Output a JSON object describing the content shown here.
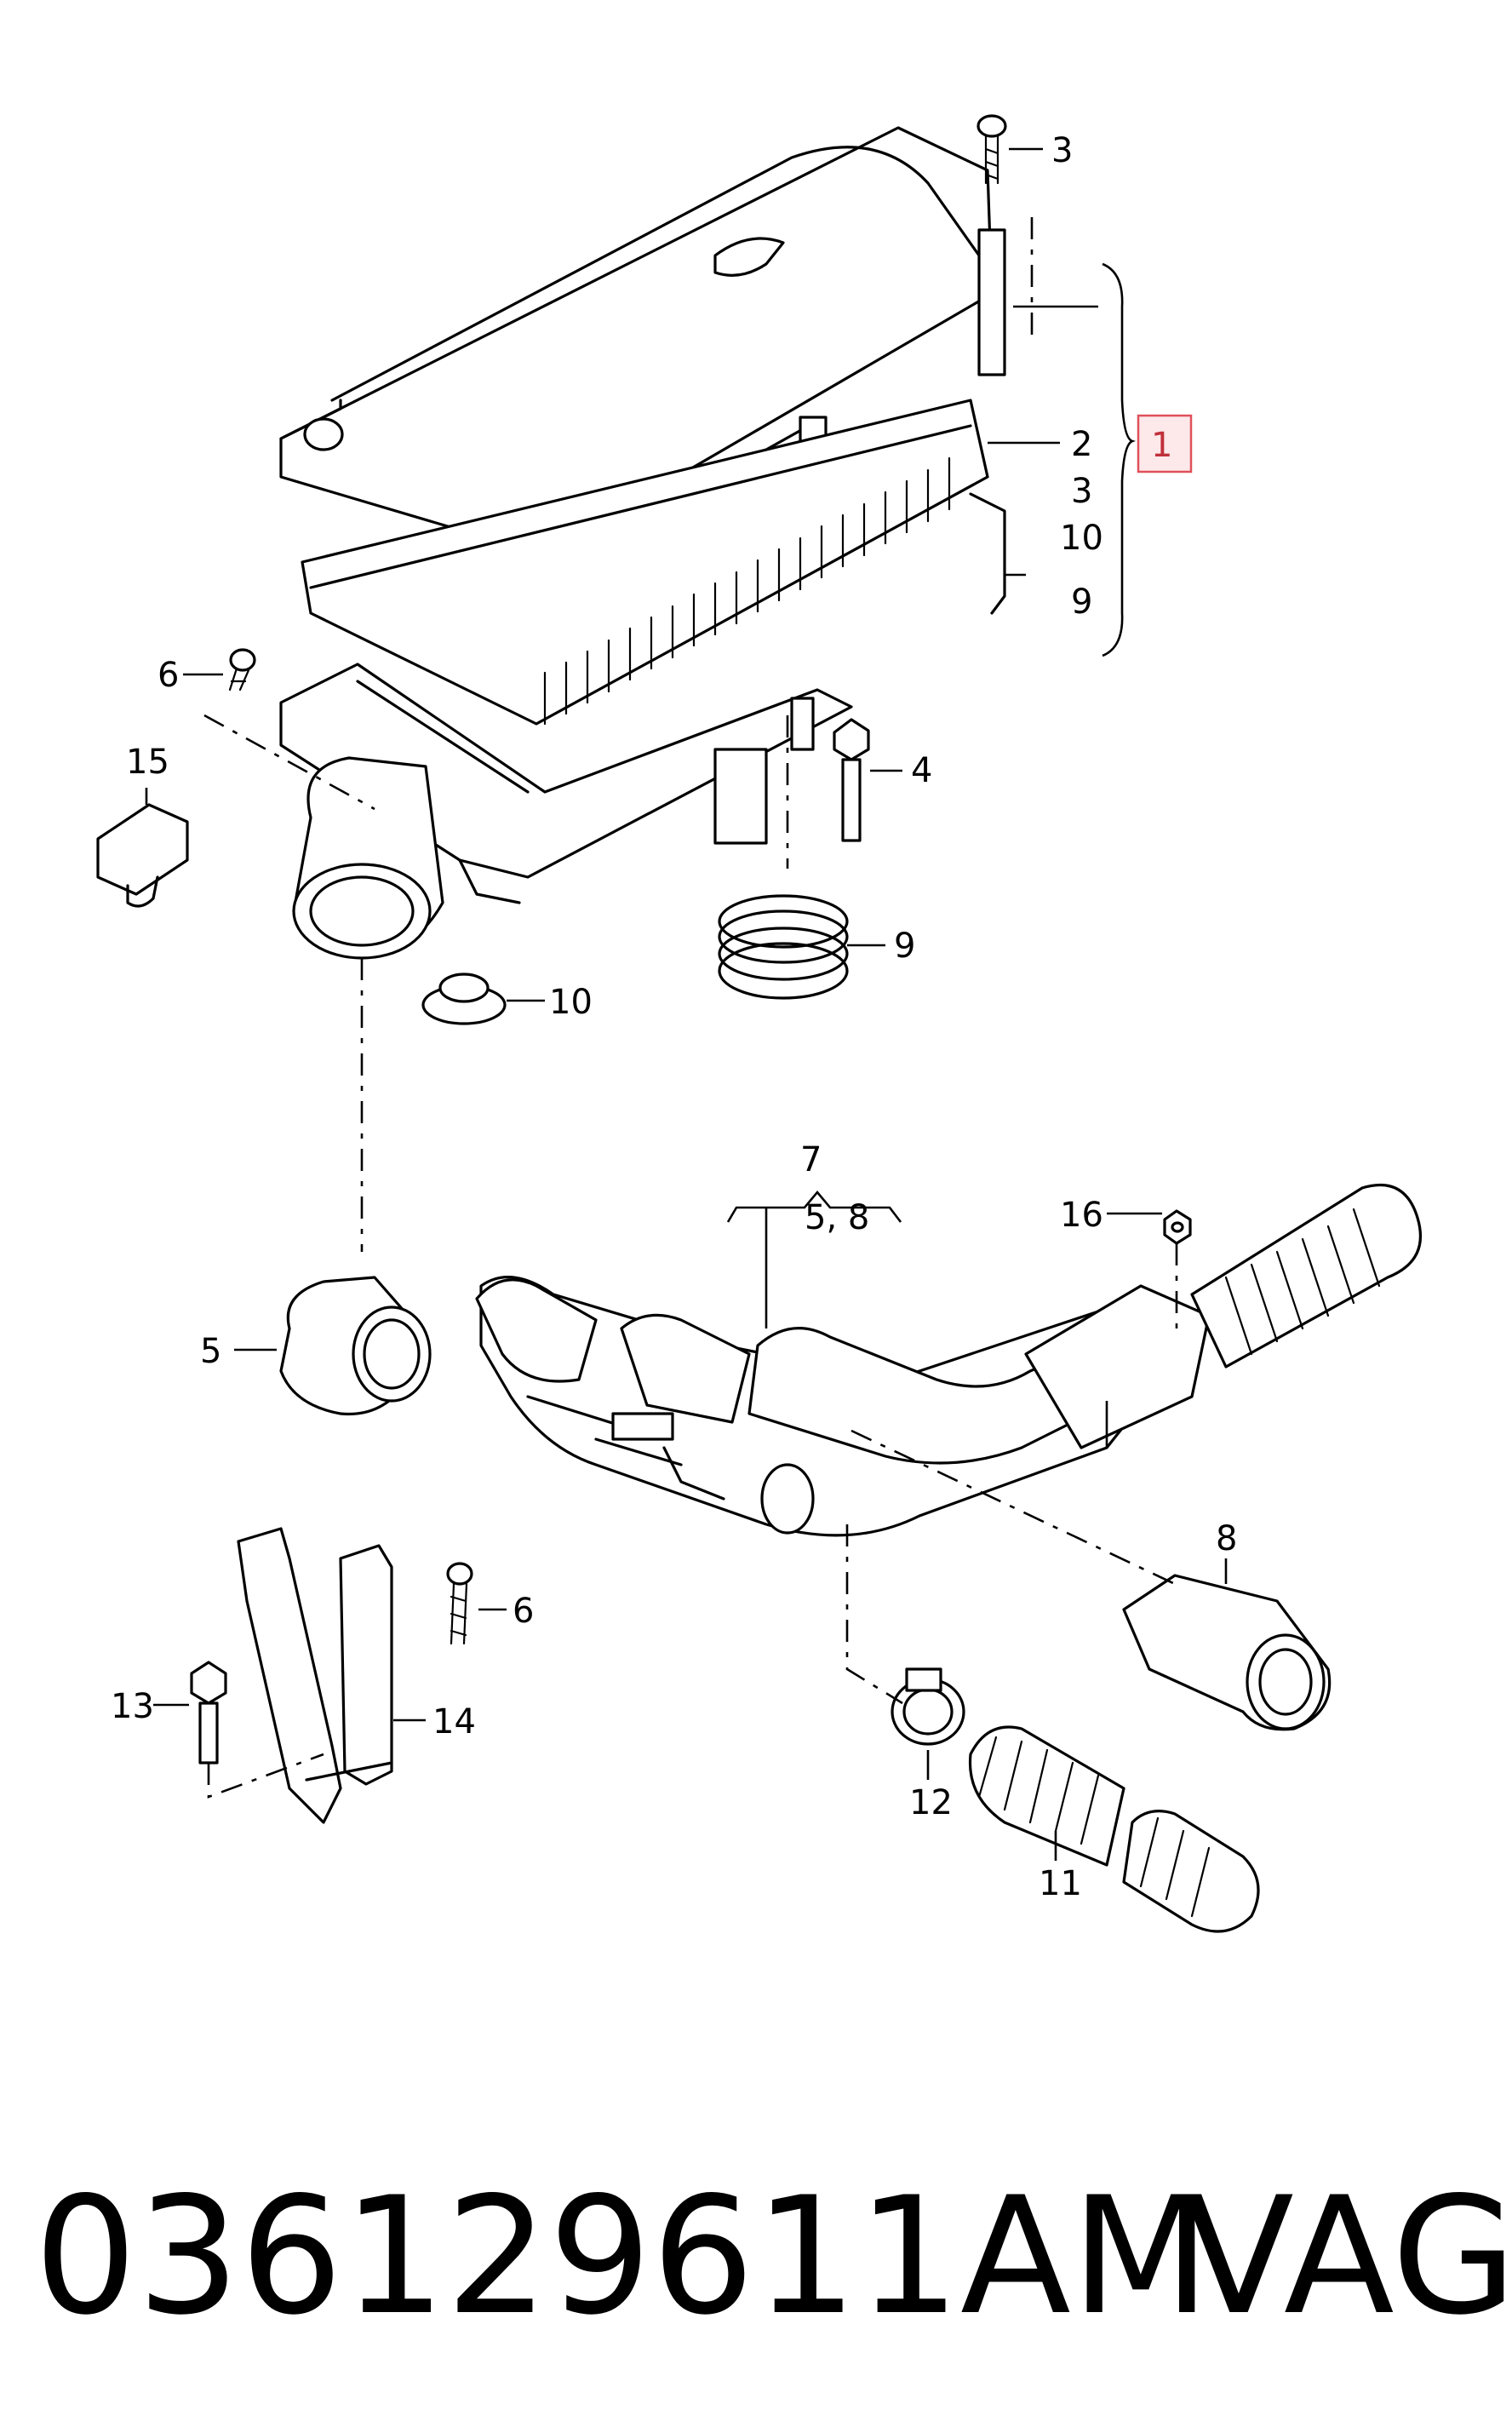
{
  "callouts": {
    "c1": "1",
    "c2": "2",
    "c3a": "3",
    "c3b": "3",
    "c10a": "10",
    "c9a": "9",
    "c6a": "6",
    "c4": "4",
    "c15": "15",
    "c9b": "9",
    "c10b": "10",
    "c7": "7",
    "c58": "5, 8",
    "c16": "16",
    "c5": "5",
    "c8": "8",
    "c6b": "6",
    "c13": "13",
    "c14": "14",
    "c12": "12",
    "c11": "11"
  },
  "footer": {
    "part_number": "036129611AM",
    "brand": "VAG"
  },
  "colors": {
    "line": "#000000",
    "highlight_fill": "#fde8ea",
    "highlight_stroke": "#e0505a"
  }
}
